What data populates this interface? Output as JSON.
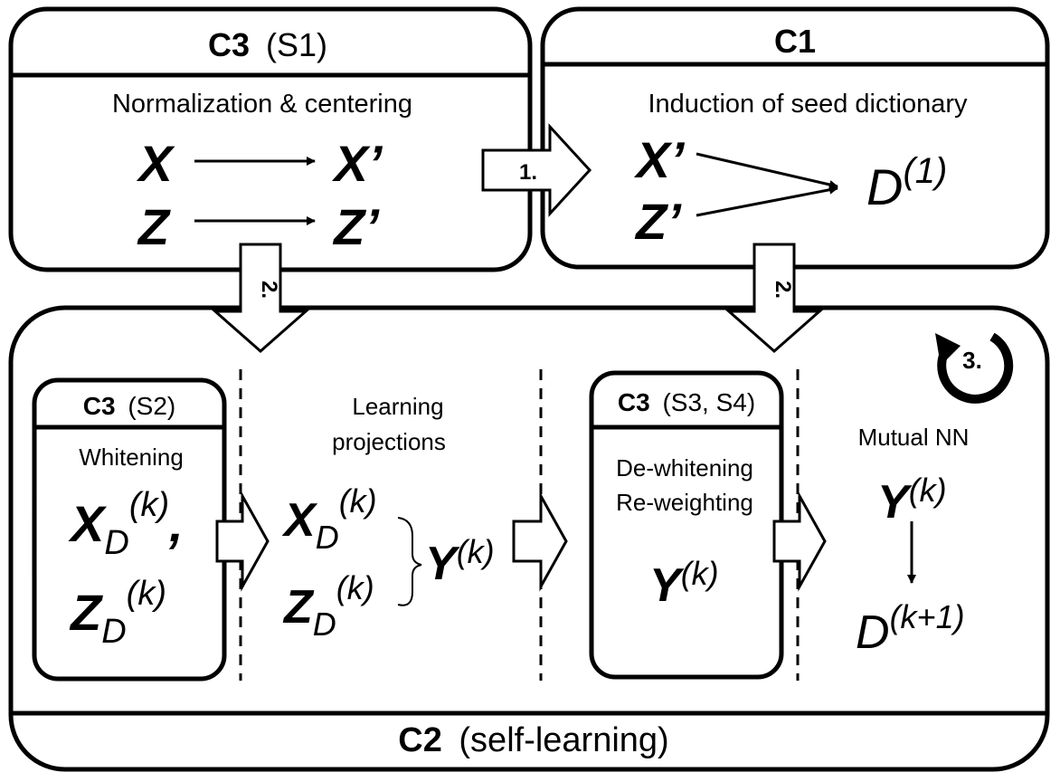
{
  "c3_s1": {
    "id": "C3",
    "sub": "(S1)",
    "caption": "Normalization & centering",
    "x": "X",
    "x_out": "X’",
    "z": "Z",
    "z_out": "Z’"
  },
  "c1": {
    "id": "C1",
    "caption": "Induction of seed dictionary",
    "x": "X’",
    "z": "Z’",
    "d": "D",
    "d_sup": "(1)"
  },
  "c2": {
    "id": "C2",
    "sub": "(self-learning)"
  },
  "steps": {
    "one": "1.",
    "two": "2.",
    "three": "3."
  },
  "c3_s2": {
    "id": "C3",
    "sub": "(S2)",
    "caption": "Whitening",
    "x": "X",
    "x_sub": "D",
    "x_sup": "(k)",
    "comma": ",",
    "z": "Z",
    "z_sub": "D",
    "z_sup": "(k)"
  },
  "learning": {
    "line1": "Learning",
    "line2": "projections",
    "x": "X",
    "x_sub": "D",
    "x_sup": "(k)",
    "z": "Z",
    "z_sub": "D",
    "z_sup": "(k)",
    "y": "Y",
    "y_sup": "(k)"
  },
  "c3_s34": {
    "id": "C3",
    "sub": "(S3, S4)",
    "line1": "De-whitening",
    "line2": "Re-weighting",
    "y": "Y",
    "y_sup": "(k)"
  },
  "mutual": {
    "caption": "Mutual NN",
    "y": "Y",
    "y_sup": "(k)",
    "d": "D",
    "d_sup": "(k+1)"
  }
}
